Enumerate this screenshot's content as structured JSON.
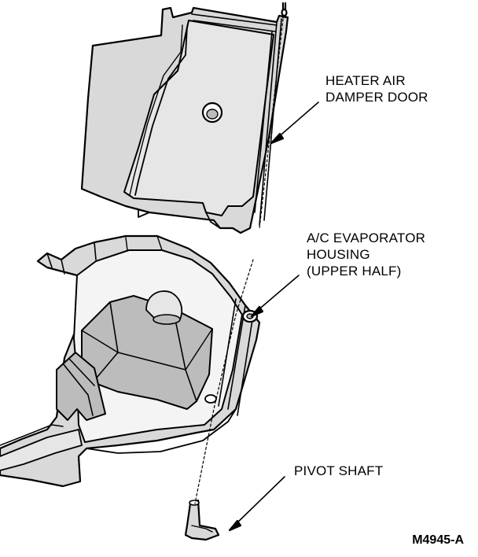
{
  "labels": {
    "damper_door": {
      "line1": "HEATER AIR",
      "line2": "DAMPER DOOR"
    },
    "evaporator_housing": {
      "line1": "A/C EVAPORATOR",
      "line2": "HOUSING",
      "line3": "(UPPER HALF)"
    },
    "pivot_shaft": {
      "line1": "PIVOT SHAFT"
    }
  },
  "figure_id": "M4945-A",
  "colors": {
    "line": "#000000",
    "shade": "#d9d9d9",
    "dark_shade": "#bcbcbc",
    "background": "#ffffff"
  }
}
